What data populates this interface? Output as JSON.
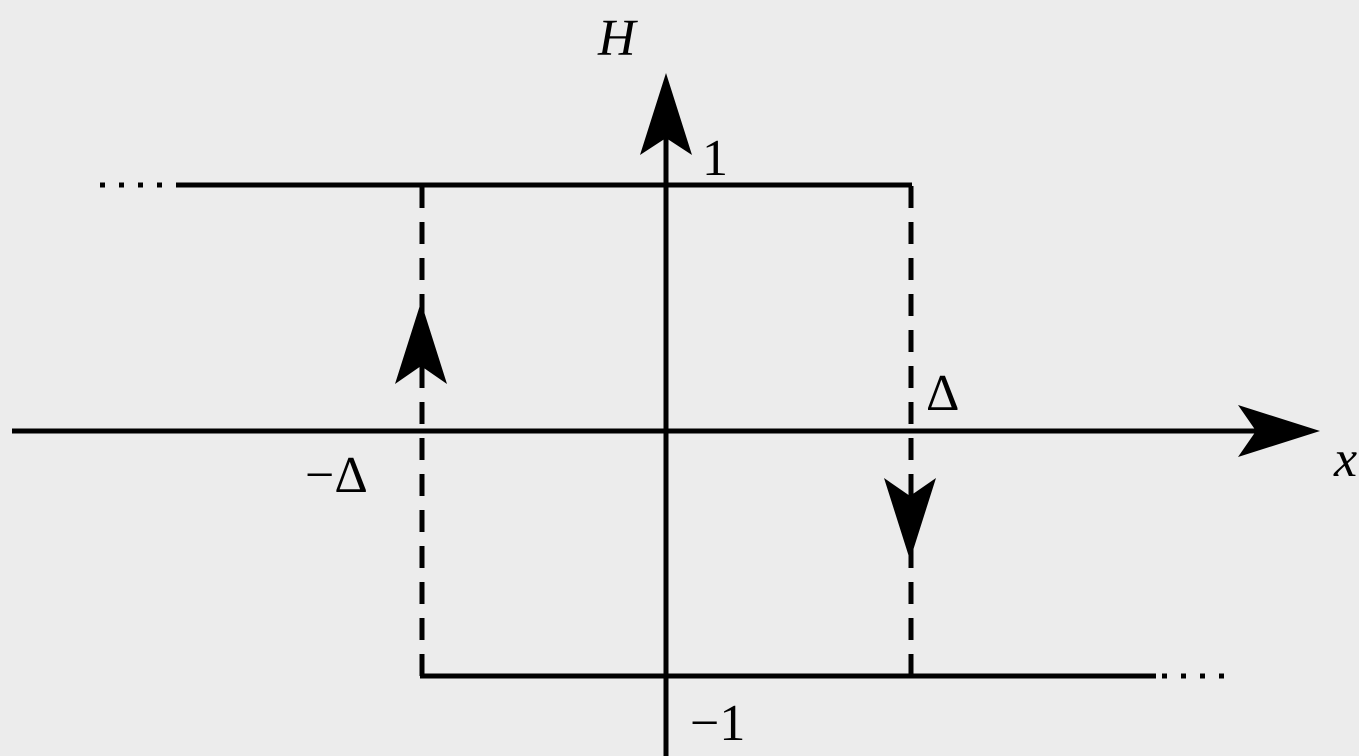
{
  "labels": {
    "y_axis": "H",
    "x_axis": "x",
    "upper_level": "1",
    "lower_level": "−1",
    "positive_threshold": "Δ",
    "negative_threshold": "−Δ"
  },
  "colors": {
    "background": "#ececec",
    "stroke": "#000000"
  }
}
